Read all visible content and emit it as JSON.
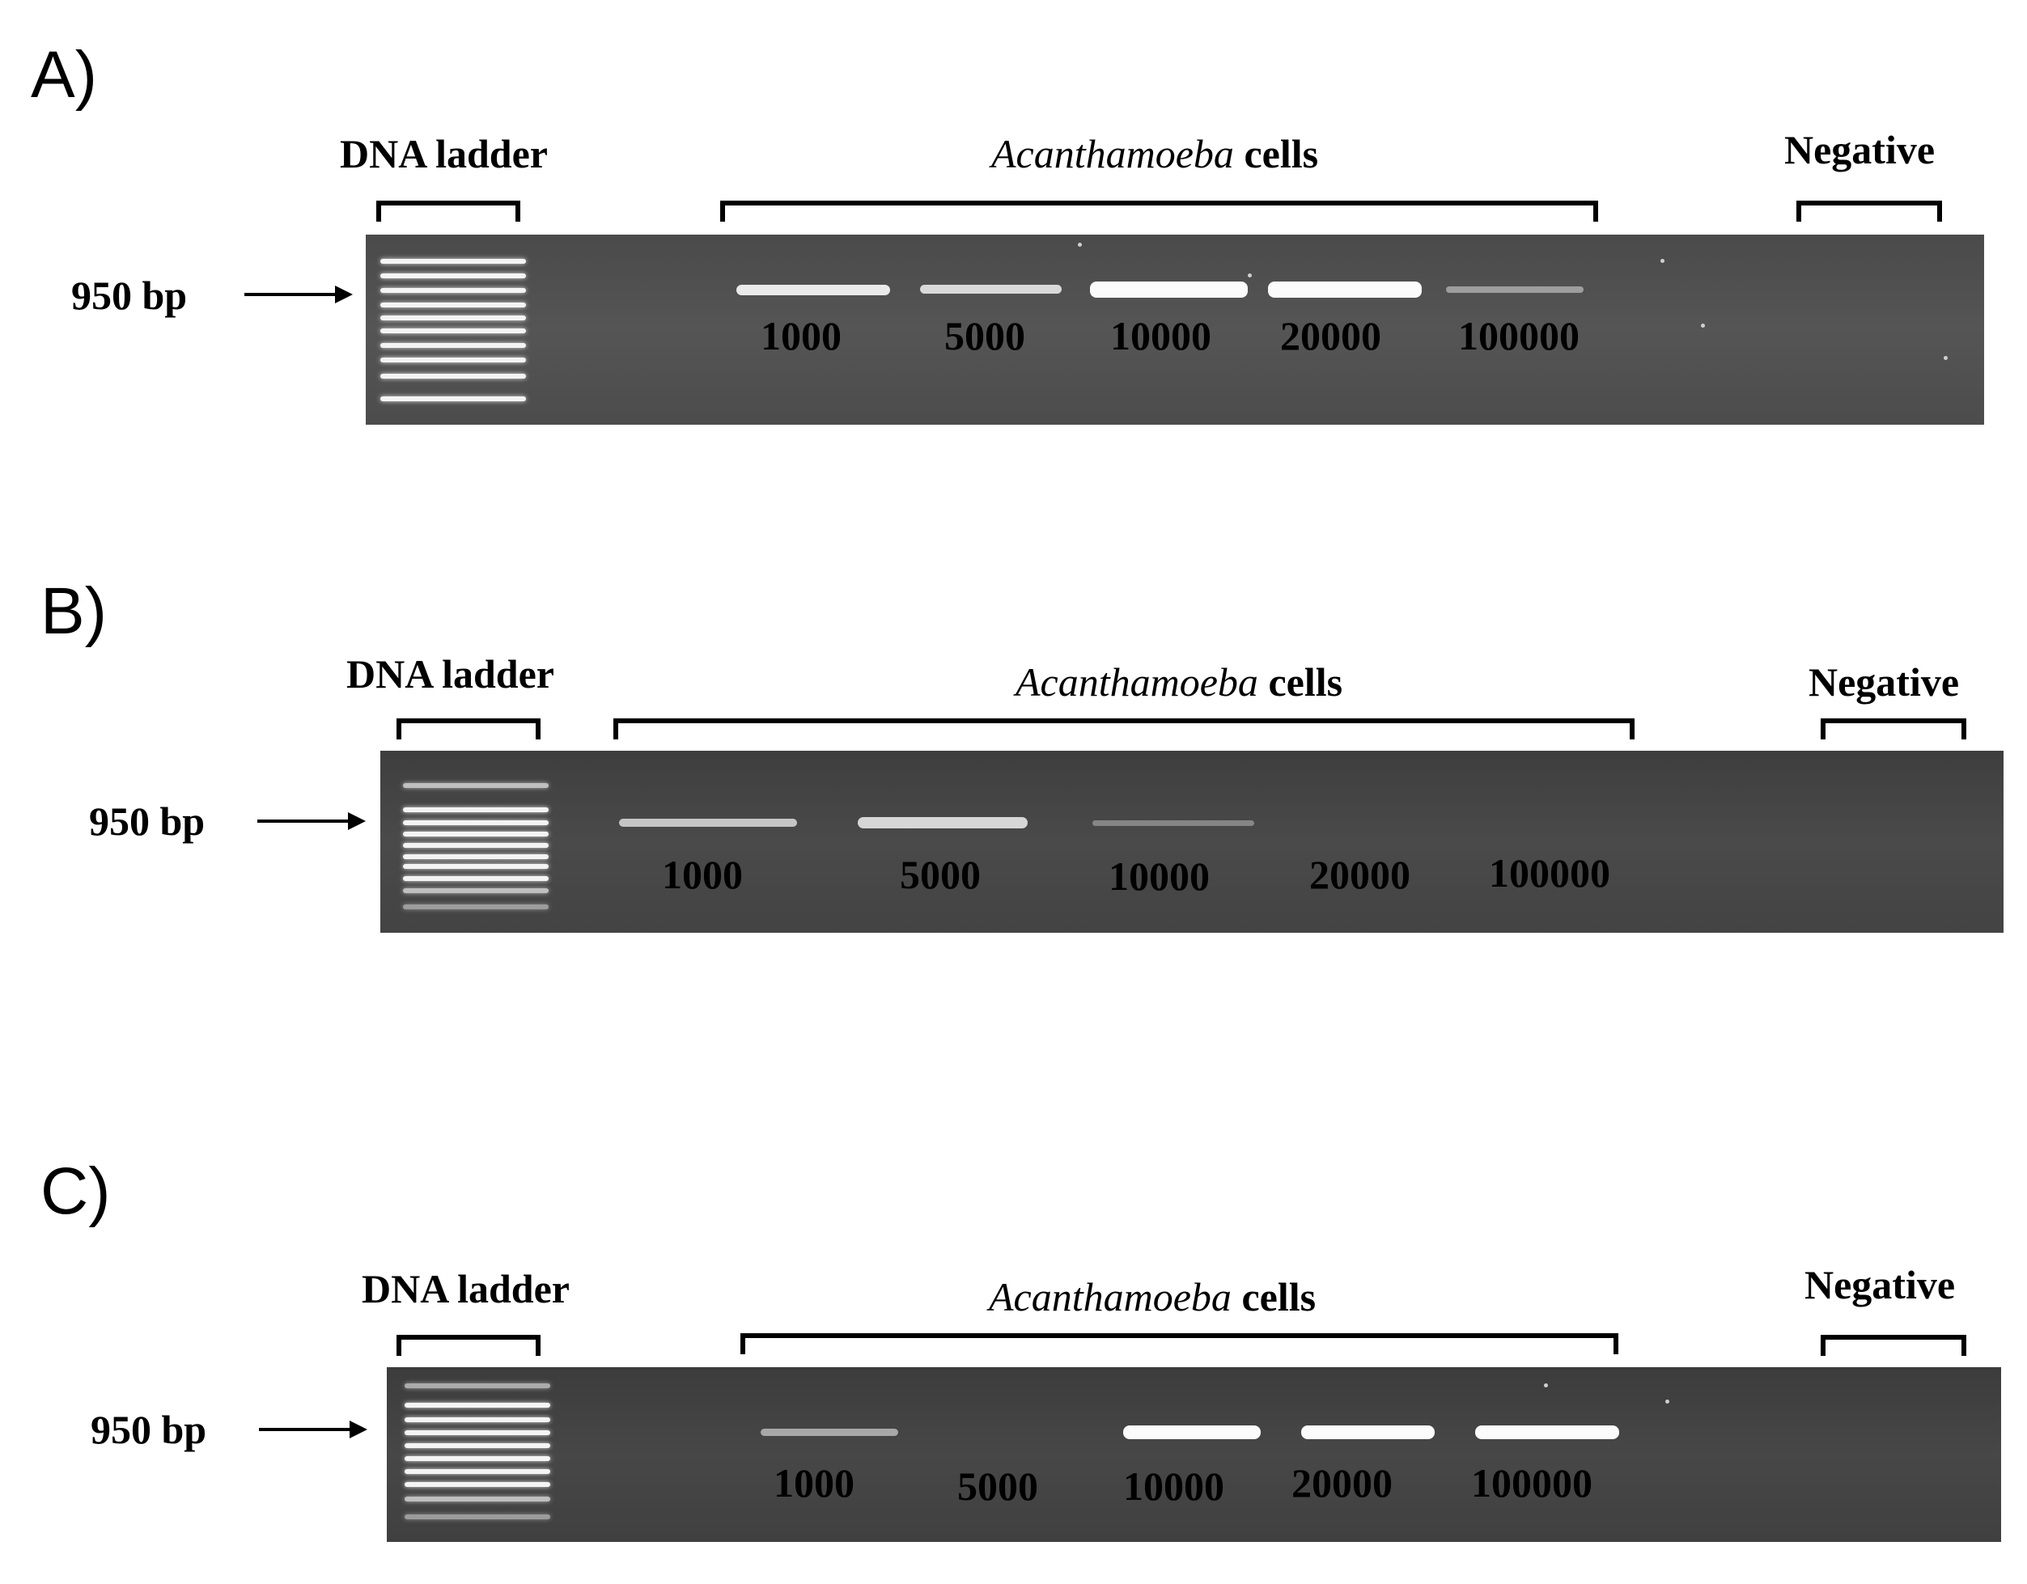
{
  "panels": [
    {
      "letter": "A)",
      "ladder_label": "DNA ladder",
      "cells_label_italic": "Acanthamoeba",
      "cells_label_rest": " cells",
      "negative_label": "Negative",
      "bp_label": "950 bp",
      "lanes": [
        "1000",
        "5000",
        "10000",
        "20000",
        "100000"
      ],
      "band_intensity": [
        0.9,
        0.8,
        1.0,
        1.0,
        0.45
      ]
    },
    {
      "letter": "B)",
      "ladder_label": "DNA ladder",
      "cells_label_italic": "Acanthamoeba",
      "cells_label_rest": " cells",
      "negative_label": "Negative",
      "bp_label": "950 bp",
      "lanes": [
        "1000",
        "5000",
        "10000",
        "20000",
        "100000"
      ],
      "band_intensity": [
        0.7,
        0.8,
        0.35,
        0,
        0
      ]
    },
    {
      "letter": "C)",
      "ladder_label": "DNA ladder",
      "cells_label_italic": "Acanthamoeba",
      "cells_label_rest": " cells",
      "negative_label": "Negative",
      "bp_label": "950 bp",
      "lanes": [
        "1000",
        "5000",
        "10000",
        "20000",
        "100000"
      ],
      "band_intensity": [
        0.55,
        0,
        1.0,
        1.0,
        1.0
      ]
    }
  ]
}
